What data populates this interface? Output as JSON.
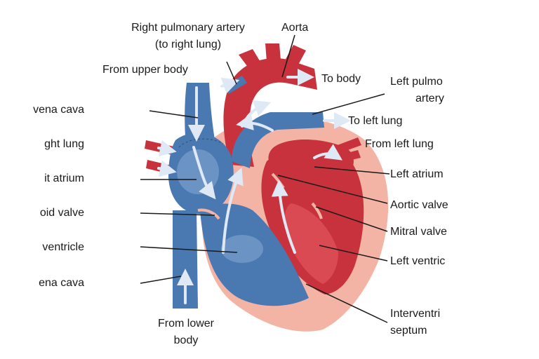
{
  "labels": {
    "right_pulmonary_artery_line1": "Right pulmonary artery",
    "right_pulmonary_artery_line2": "(to right lung)",
    "aorta": "Aorta",
    "from_upper_body": "From upper body",
    "to_body": "To body",
    "left_pulmonary_artery_line1": "Left pulmo",
    "left_pulmonary_artery_line2": "artery",
    "superior_vena_cava": "vena cava",
    "to_left_lung": "To left lung",
    "from_right_lung": "ght lung",
    "from_left_lung": "From left lung",
    "right_atrium": "it atrium",
    "left_atrium": "Left atrium",
    "tricuspid_valve": "oid valve",
    "aortic_valve": "Aortic valve",
    "right_ventricle": "ventricle",
    "mitral_valve": "Mitral valve",
    "left_ventricle": "Left ventric",
    "inferior_vena_cava": "ena cava",
    "from_lower_body_line1": "From lower",
    "from_lower_body_line2": "body",
    "septum_line1": "Interventri",
    "septum_line2": "septum"
  },
  "colors": {
    "oxygen_rich": "#c8323c",
    "oxygen_rich_light": "#e0646a",
    "oxygen_poor": "#4a78b0",
    "oxygen_poor_light": "#7fa5cf",
    "heart_wall": "#f3b4a6",
    "flow_arrow": "#dfe9f6",
    "leader_line": "#1a1a1a"
  }
}
